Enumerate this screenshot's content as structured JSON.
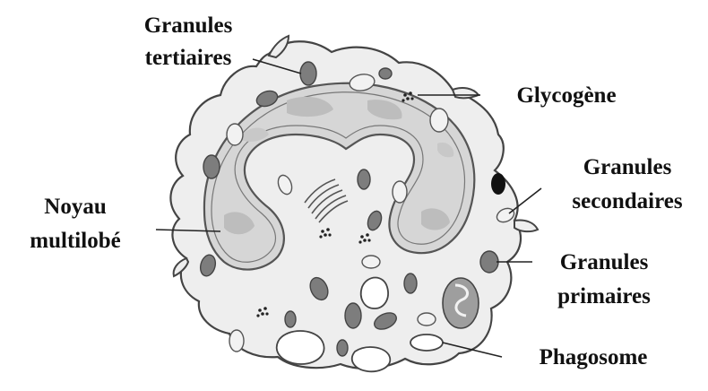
{
  "labels": {
    "granules_tertiaires": [
      "Granules",
      "tertiaires"
    ],
    "glycogene": "Glycogène",
    "granules_secondaires": [
      "Granules",
      "secondaires"
    ],
    "noyau_multilobe": [
      "Noyau",
      "multilobé"
    ],
    "granules_primaires": [
      "Granules",
      "primaires"
    ],
    "phagosome": "Phagosome"
  },
  "colors": {
    "cytoplasm": "#eeeeee",
    "cell_outline": "#444444",
    "nucleus_fill": "#d6d6d6",
    "nucleus_chromatin": "#bdbdbd",
    "granule_dark": "#7d7d7d",
    "granule_light": "#f2f2f2",
    "granule_black": "#111111",
    "vacuole": "#ffffff",
    "text": "#111111"
  }
}
